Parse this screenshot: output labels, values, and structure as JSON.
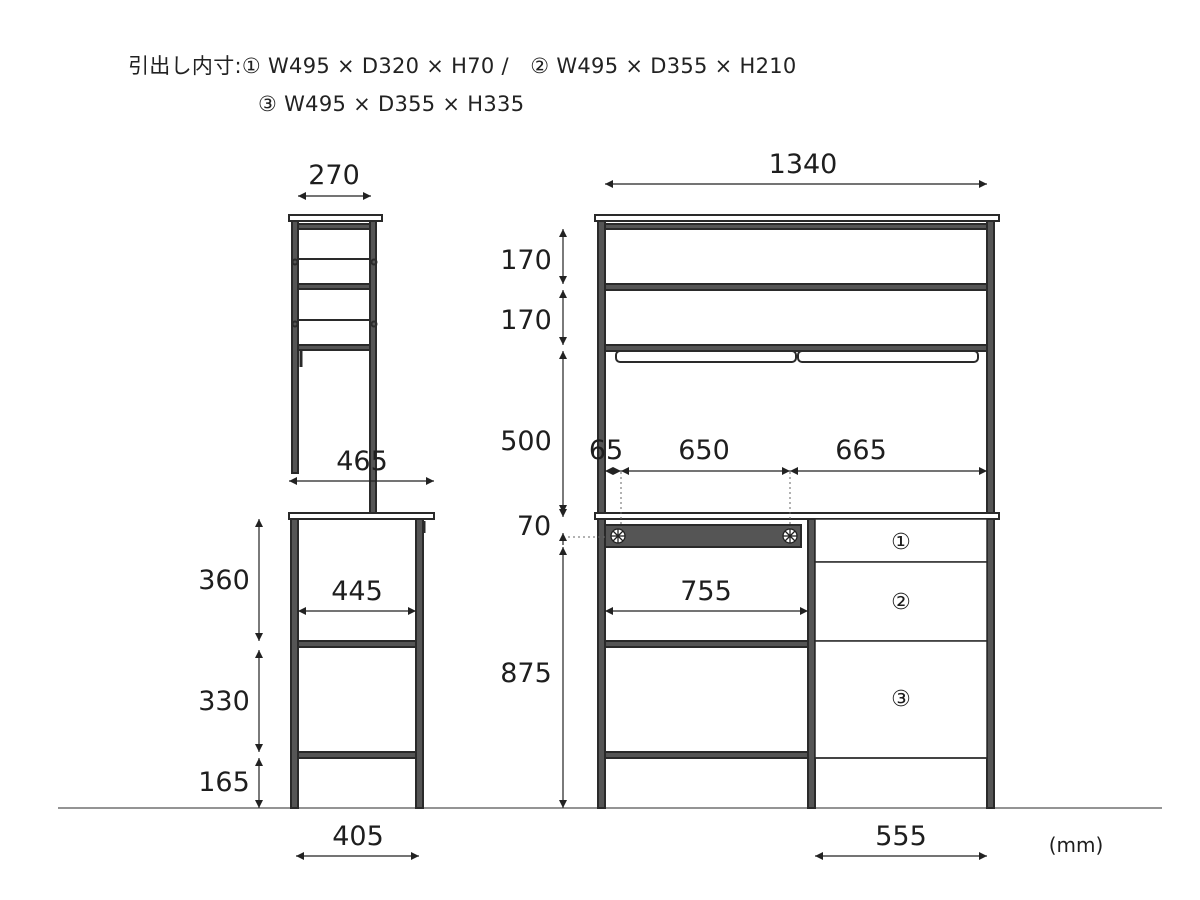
{
  "header": {
    "line1": "引出し内寸:① W495 × D320 × H70 /　② W495 × D355 × H210",
    "line2": "③ W495 × D355 × H335"
  },
  "side_view": {
    "top_depth": "270",
    "desk_depth": "465",
    "desk_inner": "445",
    "base_depth": "405",
    "heights": [
      "360",
      "330",
      "165"
    ]
  },
  "front_view": {
    "total_width": "1340",
    "heights": [
      "170",
      "170",
      "500",
      "70",
      "875"
    ],
    "spans": [
      "65",
      "650",
      "665"
    ],
    "desk_opening": "755",
    "drawer_width": "555",
    "drawer_labels": [
      "①",
      "②",
      "③"
    ]
  },
  "unit": "(mm)"
}
